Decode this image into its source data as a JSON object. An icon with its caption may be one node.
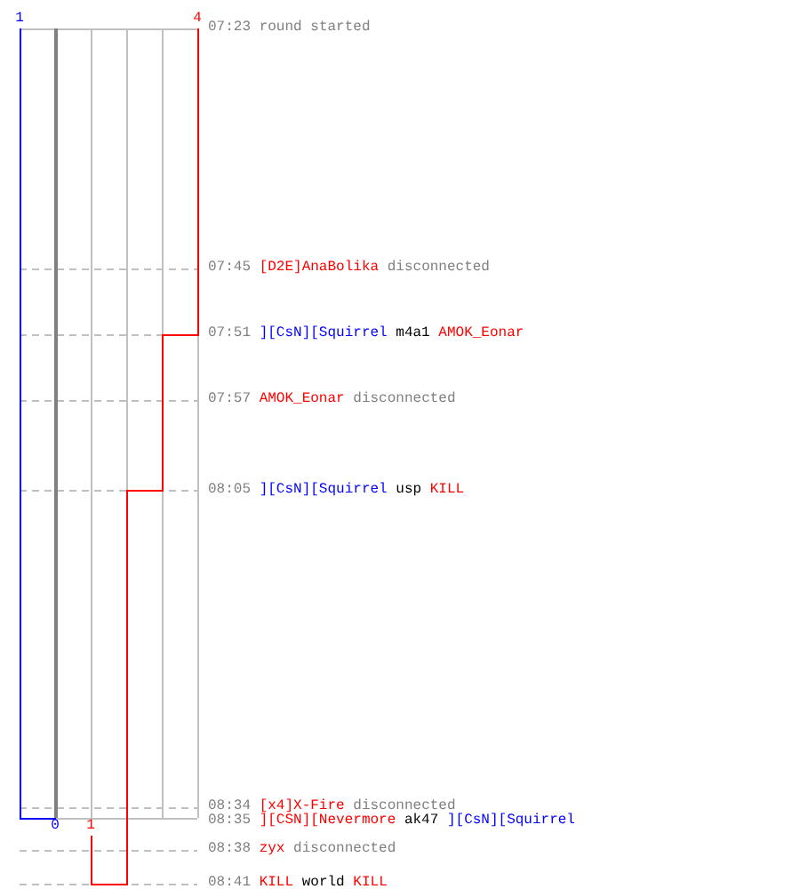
{
  "diagram": {
    "labels": [
      "1",
      "4",
      "07:23 round started",
      "07:45 [D2E]AnaBolika disconnected",
      "07:51 ][CsN][Squirrel m4a1 AMOK_Eonar",
      "07:57 AMOK_Eonar disconnected",
      "08:05 ][CsN][Squirrel usp KILL",
      "08:34 [x4]X-Fire disconnected",
      "08:35 ][CSN][Nevermore ak47 ][CsN][Squirrel",
      "0",
      "1",
      "08:38 zyx disconnected",
      "08:41 KILL world KILL"
    ]
  }
}
